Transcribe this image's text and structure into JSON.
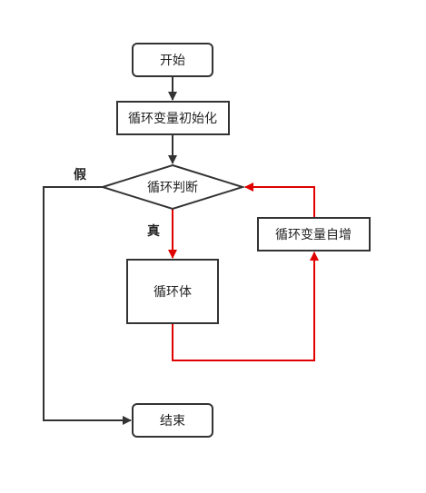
{
  "nodes": {
    "start": "开始",
    "init": "循环变量初始化",
    "condition": "循环判断",
    "body": "循环体",
    "increment": "循环变量自增",
    "end": "结束"
  },
  "branches": {
    "true_label": "真",
    "false_label": "假"
  },
  "colors": {
    "stroke": "#333333",
    "loop": "#e00000",
    "text": "#222222"
  }
}
